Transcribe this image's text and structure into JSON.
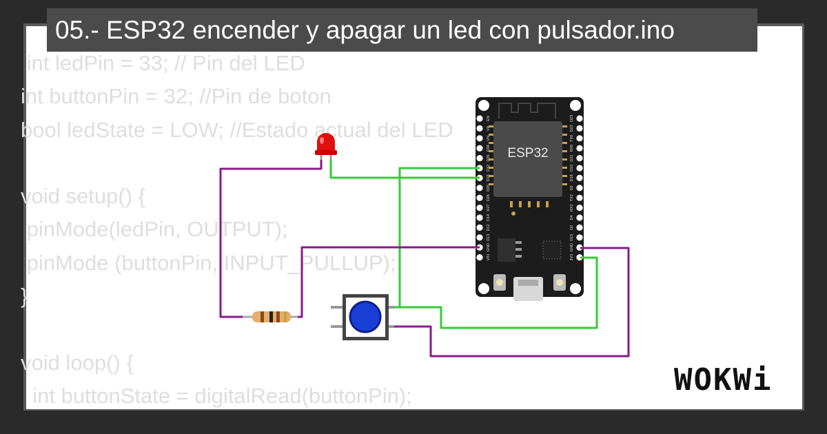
{
  "title": "05.- ESP32 encender y apagar un led con pulsador.ino",
  "code_lines": [
    " int ledPin = 33; // Pin del LED",
    "int buttonPin = 32; //Pin de boton",
    "bool ledState = LOW; //Estado actual del LED",
    "",
    "void setup() {",
    " pinMode(ledPin, OUTPUT);",
    " pinMode (buttonPin, INPUT_PULLUP);",
    "}",
    "",
    "void loop() {",
    "  int buttonState = digitalRead(buttonPin);"
  ],
  "board": {
    "chip_label": "ESP32",
    "left_pins": [
      "EN",
      "VP",
      "VN",
      "D34",
      "D35",
      "D32",
      "D33",
      "D25",
      "D26",
      "D27",
      "D14",
      "D12",
      "D13",
      "GND",
      "VIN"
    ],
    "right_pins": [
      "D23",
      "D22",
      "TX0",
      "RX0",
      "D21",
      "D19",
      "D18",
      "D5",
      "TX2",
      "RX2",
      "D4",
      "D2",
      "D15",
      "GND",
      "3V3"
    ]
  },
  "wire_colors": {
    "green": "#33cc33",
    "purple": "#8a1a8a"
  },
  "logo": "WOKWi"
}
